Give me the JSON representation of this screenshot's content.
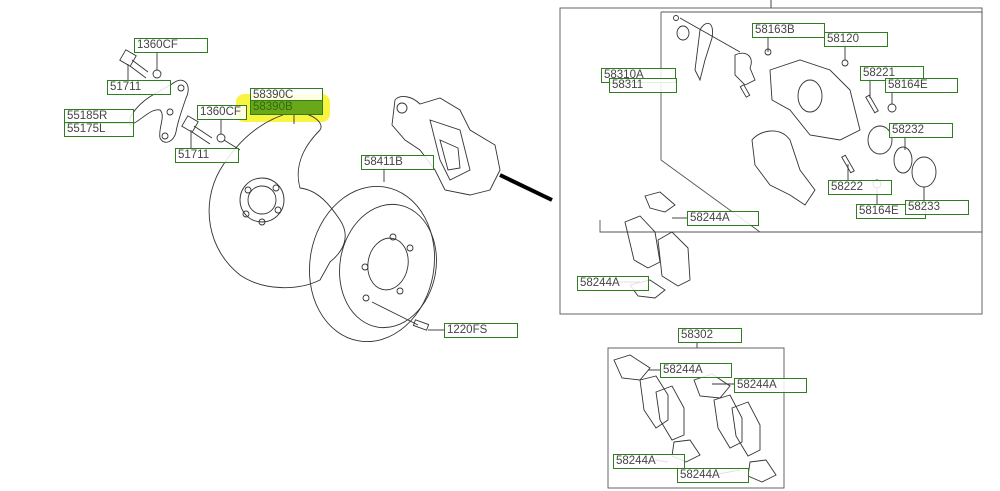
{
  "diagram": {
    "title": "Rear brake assembly parts diagram",
    "highlight_color": "#f5f000",
    "label_border_color": "#2e7d1e",
    "selected_label_color": "#6aa81a",
    "labels": {
      "l1360cf_a": "1360CF",
      "l51711_a": "51711",
      "l55185r": "55185R",
      "l55175l": "55175L",
      "l1360cf_b": "1360CF",
      "l51711_b": "51711",
      "l58390c": "58390C",
      "l58390b": "58390B",
      "l58411b": "58411B",
      "l1220fs": "1220FS",
      "l58310a": "58310A",
      "l58311": "58311",
      "l58163b": "58163B",
      "l58120": "58120",
      "l58221": "58221",
      "l58164e_a": "58164E",
      "l58232": "58232",
      "l58222": "58222",
      "l58164e_b": "58164E",
      "l58233": "58233",
      "l58244a_1": "58244A",
      "l58244a_2": "58244A",
      "l58302": "58302",
      "l58244a_3": "58244A",
      "l58244a_4": "58244A",
      "l58244a_5": "58244A",
      "l58244a_6": "58244A"
    },
    "selected_part": "58390B"
  }
}
